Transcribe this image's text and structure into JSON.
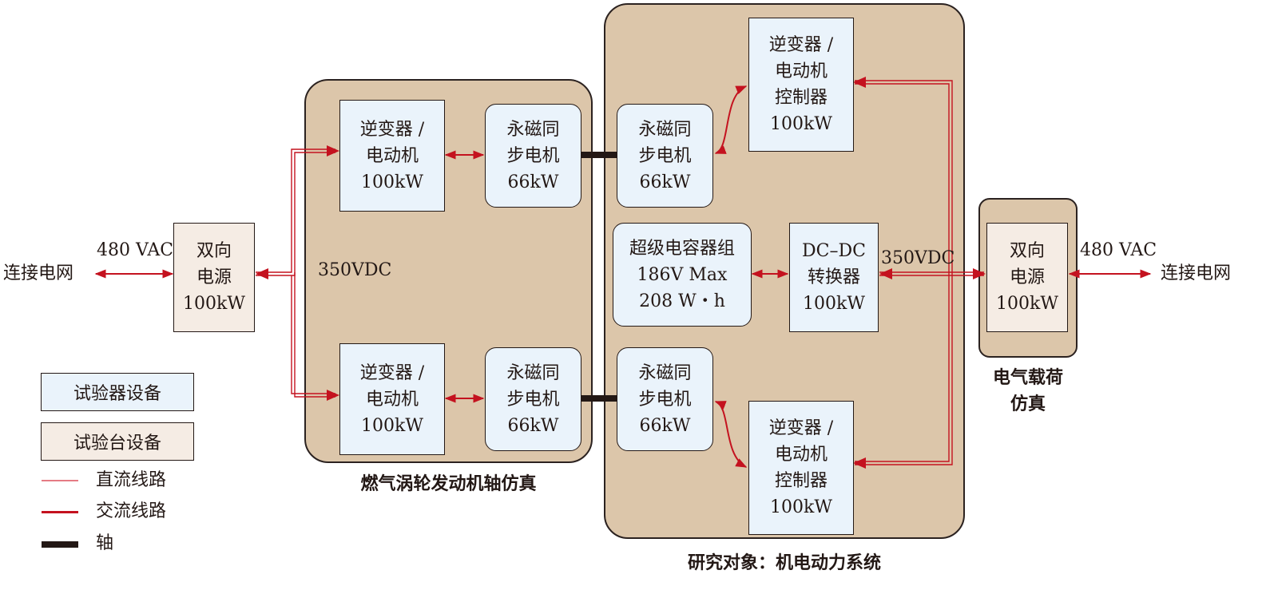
{
  "captions": {
    "engine_sim": "燃气涡轮发动机轴仿真",
    "research_object": "研究对象：机电动力系统",
    "load_sim": [
      "电气载荷",
      "仿真"
    ]
  },
  "grid_left": {
    "label": "连接电网",
    "voltage": "480 VAC"
  },
  "grid_right": {
    "label": "连接电网",
    "voltage": "480 VAC"
  },
  "bus_left_label": "350VDC",
  "bus_right_label": "350VDC",
  "blocks": {
    "psu_left": [
      "双向",
      "电源",
      "100kW"
    ],
    "inv_top_left": [
      "逆变器 /",
      "电动机",
      "100kW"
    ],
    "pm_top_left": [
      "永磁同",
      "步电机",
      "66kW"
    ],
    "inv_bot_left": [
      "逆变器 /",
      "电动机",
      "100kW"
    ],
    "pm_bot_left": [
      "永磁同",
      "步电机",
      "66kW"
    ],
    "pm_top_right": [
      "永磁同",
      "步电机",
      "66kW"
    ],
    "ctrl_top": [
      "逆变器 /",
      "电动机",
      "控制器",
      "100kW"
    ],
    "supercap": [
      "超级电容器组",
      "186V Max",
      "208 W・h"
    ],
    "dcdc": [
      "DC–DC",
      "转换器",
      "100kW"
    ],
    "pm_bot_right": [
      "永磁同",
      "步电机",
      "66kW"
    ],
    "ctrl_bot": [
      "逆变器 /",
      "电动机",
      "控制器",
      "100kW"
    ],
    "psu_right": [
      "双向",
      "电源",
      "100kW"
    ]
  },
  "legend": {
    "test_equipment": "试验器设备",
    "bench_equipment": "试验台设备",
    "dc_line": "直流线路",
    "ac_line": "交流线路",
    "shaft": "轴"
  },
  "colors": {
    "region_fill": "#dcc6aa",
    "test_equipment_fill": "#eaf3fb",
    "bench_equipment_fill": "#f5ece4",
    "dc_line": "#e57b84",
    "ac_line": "#c4121f",
    "shaft": "#231815"
  }
}
